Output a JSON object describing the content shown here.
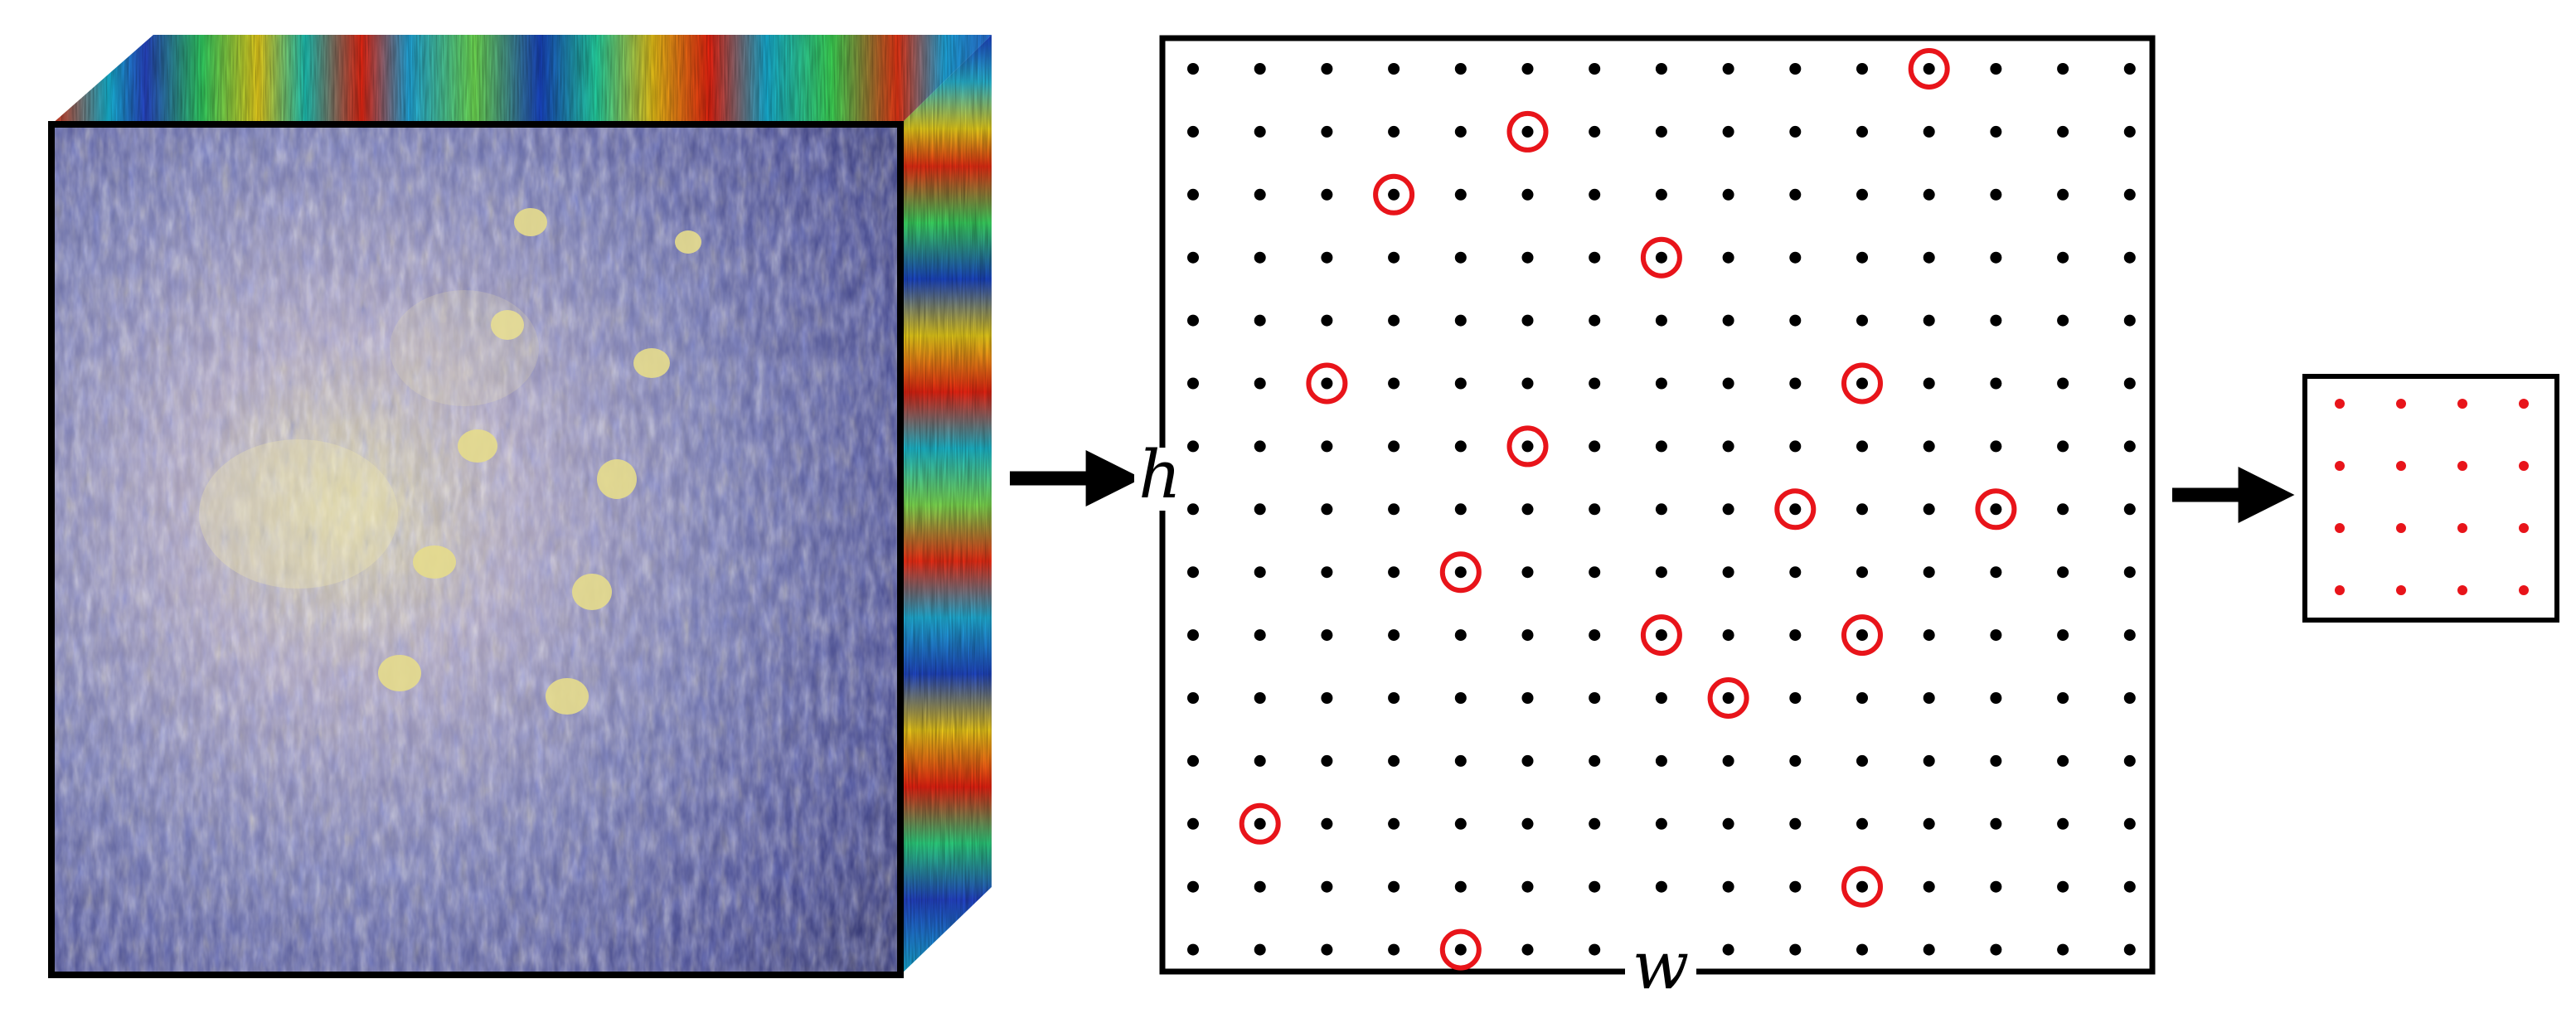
{
  "labels": {
    "height": "h",
    "width": "w"
  },
  "grid": {
    "rows": 15,
    "cols": 15,
    "selected": [
      [
        0,
        11
      ],
      [
        1,
        5
      ],
      [
        2,
        3
      ],
      [
        3,
        7
      ],
      [
        5,
        2
      ],
      [
        5,
        10
      ],
      [
        6,
        5
      ],
      [
        7,
        9
      ],
      [
        7,
        12
      ],
      [
        8,
        4
      ],
      [
        9,
        7
      ],
      [
        9,
        10
      ],
      [
        10,
        8
      ],
      [
        12,
        1
      ],
      [
        13,
        10
      ],
      [
        14,
        4
      ]
    ]
  },
  "output_grid": {
    "rows": 4,
    "cols": 4
  },
  "colors": {
    "dot": "#000000",
    "selection_ring": "#e8141a",
    "output_dot": "#e8141a",
    "frame": "#000000",
    "arrow": "#000000"
  },
  "icons": {
    "hyperspectral_cube": "hyperspectral-image-cube",
    "arrow": "right-arrow"
  }
}
